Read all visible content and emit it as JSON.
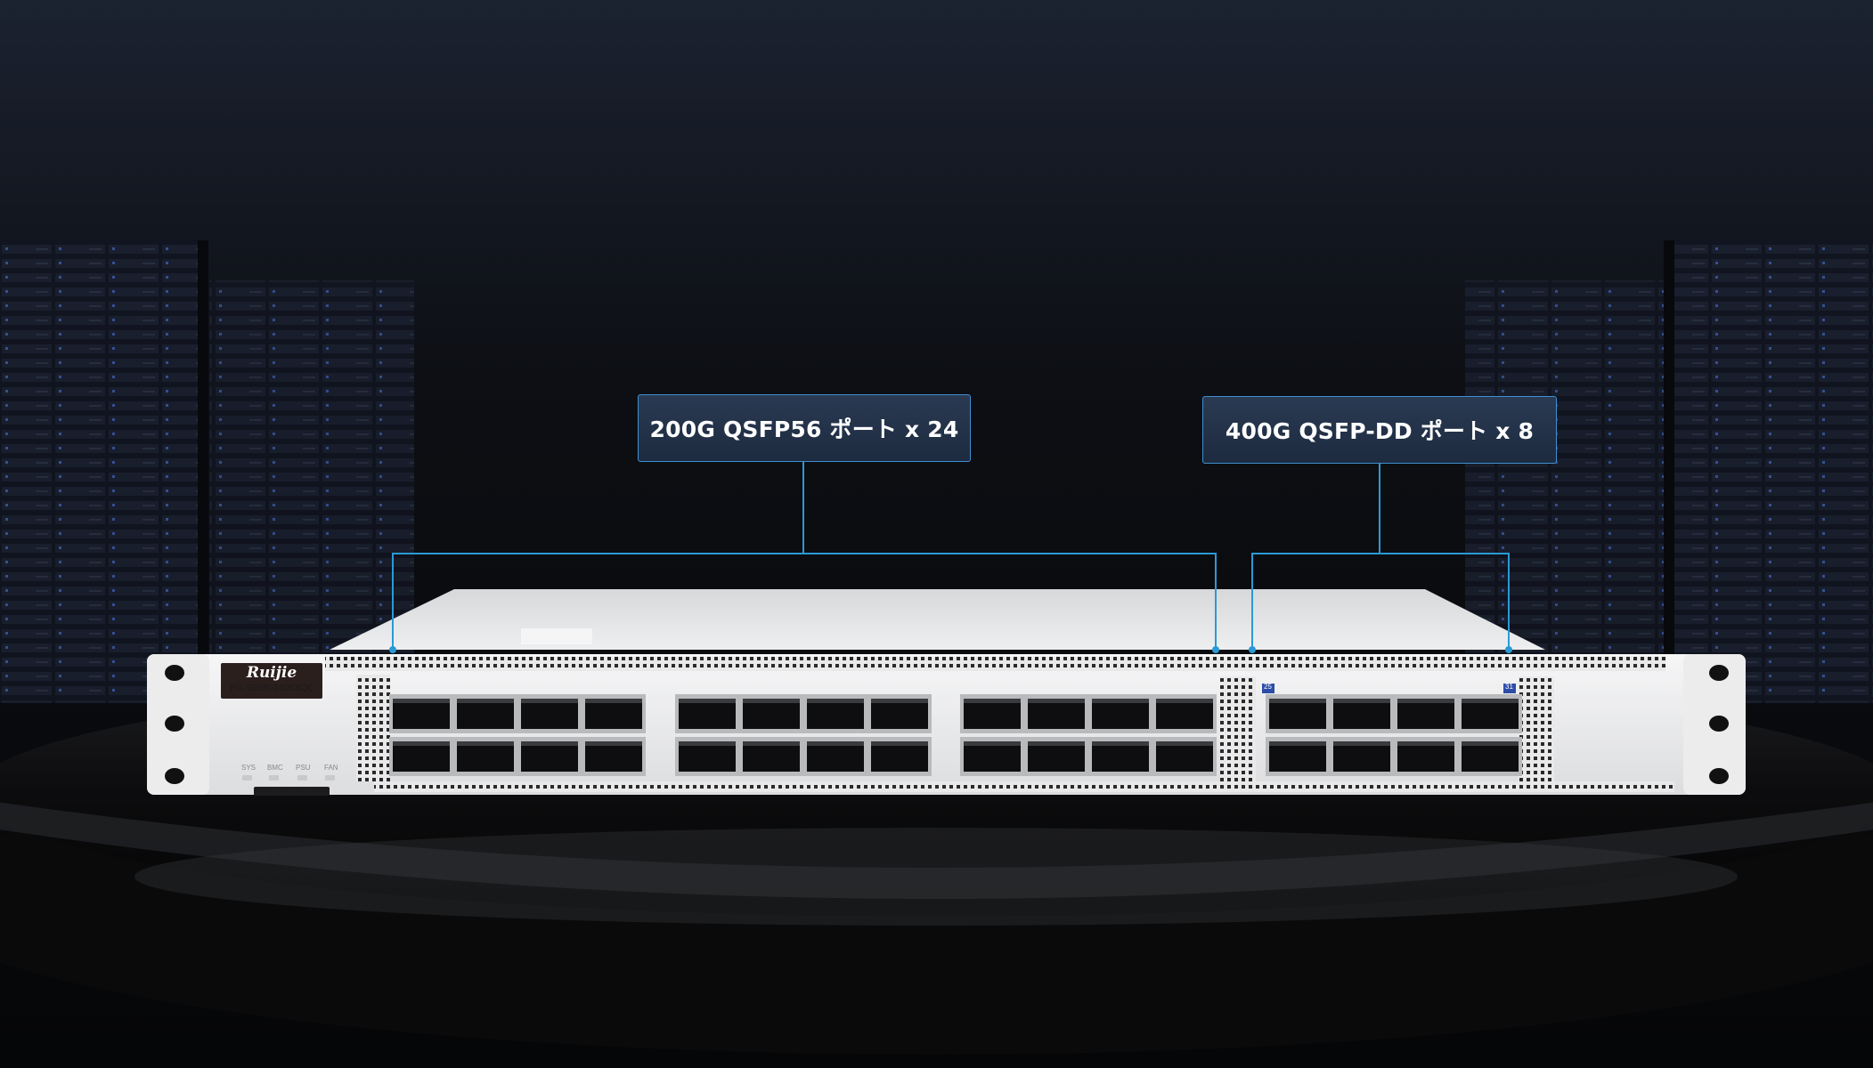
{
  "callouts": {
    "qsfp56": "200G QSFP56 ポート x 24",
    "qsfpdd": "400G QSFP-DD ポート x 8"
  },
  "device": {
    "brand": "Ruijie",
    "model": "RG-S6580-24DC8QC",
    "leds": [
      "SYS",
      "BMC",
      "PSU",
      "FAN"
    ],
    "port_numbers": {
      "first_dd": "25",
      "last_dd": "31"
    }
  },
  "colors": {
    "accent_line": "#2a9ad6",
    "label_bg": "#22324a",
    "label_border": "#3f8fd0"
  }
}
